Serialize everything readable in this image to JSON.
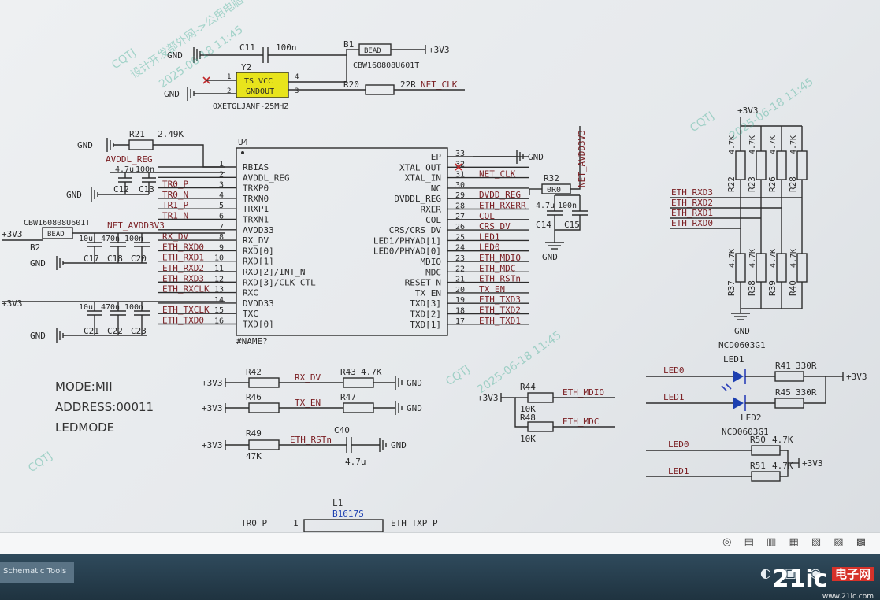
{
  "oscillator": {
    "label": "Y2",
    "pins": [
      "1",
      "2",
      "3",
      "4"
    ],
    "pin_names": [
      "TS VCC",
      "GNDOUT"
    ],
    "part": "OXETGLJANF-25MHZ",
    "gnd": "GND"
  },
  "bead_b1": {
    "label": "B1",
    "text": "BEAD",
    "part": "CBW160808U601T",
    "net": "+3V3"
  },
  "c11": {
    "label": "C11",
    "value": "100n",
    "gnd": "GND"
  },
  "r20": {
    "label": "R20",
    "value": "22R",
    "net": "NET_CLK"
  },
  "r21": {
    "label": "R21",
    "value": "2.49K",
    "gnd": "GND"
  },
  "avddl": {
    "net": "AVDDL_REG",
    "c12": "C12",
    "c13": "C13",
    "v12": "4.7u",
    "v13": "100n",
    "gnd": "GND"
  },
  "bead_b2": {
    "label": "B2",
    "text": "BEAD",
    "part": "CBW160808U601T",
    "net_in": "+3V3",
    "net_out": "NET_AVDD3V3",
    "gnd": "GND"
  },
  "caps_c17": {
    "labels": [
      "C17",
      "C18",
      "C20"
    ],
    "values": [
      "10u",
      "470n",
      "100n"
    ]
  },
  "caps_c21": {
    "labels": [
      "C21",
      "C22",
      "C23"
    ],
    "values": [
      "10u",
      "470n",
      "100n"
    ],
    "net": "+3V3",
    "gnd": "GND"
  },
  "u4": {
    "ref": "U4",
    "name": "#NAME?",
    "left_pins": [
      {
        "num": "1",
        "name": "RBIAS",
        "net": ""
      },
      {
        "num": "2",
        "name": "AVDDL_REG",
        "net": ""
      },
      {
        "num": "3",
        "name": "TRXP0",
        "net": "TR0_P"
      },
      {
        "num": "4",
        "name": "TRXN0",
        "net": "TR0_N"
      },
      {
        "num": "5",
        "name": "TRXP1",
        "net": "TR1_P"
      },
      {
        "num": "6",
        "name": "TRXN1",
        "net": "TR1_N"
      },
      {
        "num": "7",
        "name": "AVDD33",
        "net": ""
      },
      {
        "num": "8",
        "name": "RX_DV",
        "net": "RX_DV"
      },
      {
        "num": "9",
        "name": "RXD[0]",
        "net": "ETH_RXD0"
      },
      {
        "num": "10",
        "name": "RXD[1]",
        "net": "ETH_RXD1"
      },
      {
        "num": "11",
        "name": "RXD[2]/INT_N",
        "net": "ETH_RXD2"
      },
      {
        "num": "12",
        "name": "RXD[3]/CLK_CTL",
        "net": "ETH_RXD3"
      },
      {
        "num": "13",
        "name": "RXC",
        "net": "ETH_RXCLK"
      },
      {
        "num": "14",
        "name": "DVDD33",
        "net": ""
      },
      {
        "num": "15",
        "name": "TXC",
        "net": "ETH_TXCLK"
      },
      {
        "num": "16",
        "name": "TXD[0]",
        "net": "ETH_TXD0"
      }
    ],
    "right_pins": [
      {
        "num": "33",
        "name": "EP",
        "net": ""
      },
      {
        "num": "32",
        "name": "XTAL_OUT",
        "net": ""
      },
      {
        "num": "31",
        "name": "XTAL_IN",
        "net": "NET_CLK"
      },
      {
        "num": "30",
        "name": "NC",
        "net": ""
      },
      {
        "num": "29",
        "name": "DVDDL_REG",
        "net": "DVDD_REG"
      },
      {
        "num": "28",
        "name": "RXER",
        "net": "ETH_RXERR"
      },
      {
        "num": "27",
        "name": "COL",
        "net": "COL"
      },
      {
        "num": "26",
        "name": "CRS/CRS_DV",
        "net": "CRS_DV"
      },
      {
        "num": "25",
        "name": "LED1/PHYAD[1]",
        "net": "LED1"
      },
      {
        "num": "24",
        "name": "LED0/PHYAD[0]",
        "net": "LED0"
      },
      {
        "num": "23",
        "name": "MDIO",
        "net": "ETH_MDIO"
      },
      {
        "num": "22",
        "name": "MDC",
        "net": "ETH_MDC"
      },
      {
        "num": "21",
        "name": "RESET_N",
        "net": "ETH_RSTn"
      },
      {
        "num": "20",
        "name": "TX_EN",
        "net": "TX_EN"
      },
      {
        "num": "19",
        "name": "TXD[3]",
        "net": "ETH_TXD3"
      },
      {
        "num": "18",
        "name": "TXD[2]",
        "net": "ETH_TXD2"
      },
      {
        "num": "17",
        "name": "TXD[1]",
        "net": "ETH_TXD1"
      }
    ],
    "ep_gnd": "GND"
  },
  "r32": {
    "label": "R32",
    "value": "0R0",
    "net": "NET_AVDD3V3"
  },
  "dvdd_caps": {
    "c14": "C14",
    "c15": "C15",
    "v14": "4.7u",
    "v15": "100n",
    "gnd": "GND"
  },
  "strap": {
    "vcc": "+3V3",
    "top_labels": [
      "R22",
      "R23",
      "R26",
      "R28"
    ],
    "bottom_labels": [
      "R37",
      "R38",
      "R39",
      "R40"
    ],
    "value": "4.7K",
    "nets": [
      "ETH_RXD3",
      "ETH_RXD2",
      "ETH_RXD1",
      "ETH_RXD0"
    ],
    "gnd": "GND"
  },
  "mode_text": [
    "MODE:MII",
    "ADDRESS:00011",
    "LEDMODE"
  ],
  "pulls": [
    {
      "vcc": "+3V3",
      "r1": "R42",
      "net": "RX_DV",
      "r2": "R43",
      "value": "4.7K",
      "gnd": "GND"
    },
    {
      "vcc": "+3V3",
      "r1": "R46",
      "net": "TX_EN",
      "r2": "R47",
      "gnd": "GND"
    }
  ],
  "reset": {
    "vcc": "+3V3",
    "r": "R49",
    "value": "47K",
    "net": "ETH_RSTn",
    "c": "C40",
    "cv": "4.7u",
    "gnd": "GND"
  },
  "mdio": {
    "vcc": "+3V3",
    "r44": "R44",
    "r48": "R48",
    "v44": "10K",
    "v48": "10K",
    "net1": "ETH_MDIO",
    "net2": "ETH_MDC"
  },
  "leds": {
    "part": "NCD0603G1",
    "d1": "LED1",
    "d2": "LED2",
    "nets": [
      "LED0",
      "LED1"
    ],
    "r41": "R41",
    "r45": "R45",
    "value": "330R",
    "vcc": "+3V3"
  },
  "led_pulls": {
    "nets": [
      "LED0",
      "LED1"
    ],
    "r50": "R50",
    "r51": "R51",
    "value": "4.7K",
    "vcc": "+3V3"
  },
  "transformer": {
    "label": "L1",
    "part": "B1617S",
    "left": "TR0_P",
    "right": "ETH_TXP_P",
    "pin": "1"
  },
  "watermark": {
    "lines": [
      "CQTJ",
      "设计开发部外网->公用电脑（谭韦韦",
      "2025-06-18 11:45"
    ]
  },
  "taskbar": {
    "item": "Schematic Tools"
  },
  "site_logo": {
    "num": "21ic",
    "cn": "电子网",
    "url": "www.21ic.com"
  },
  "status_icons": "◎ ▤ ▥ ▦ ▧ ▨ ▩"
}
